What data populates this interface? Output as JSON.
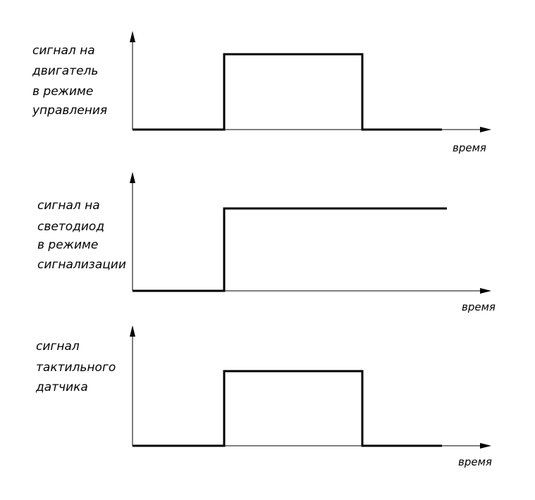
{
  "colors": {
    "line": "#000000",
    "background": "#ffffff"
  },
  "panels": [
    {
      "label_lines": [
        "сигнал на",
        "двигатель",
        "в режиме",
        "управления"
      ],
      "axis_label": "время",
      "waveform": "pulse"
    },
    {
      "label_lines": [
        "сигнал на",
        "светодиод",
        "в режиме",
        "сигнализации"
      ],
      "axis_label": "время",
      "waveform": "step"
    },
    {
      "label_lines": [
        "сигнал",
        "тактильного",
        "датчика"
      ],
      "axis_label": "время",
      "waveform": "pulse"
    }
  ]
}
